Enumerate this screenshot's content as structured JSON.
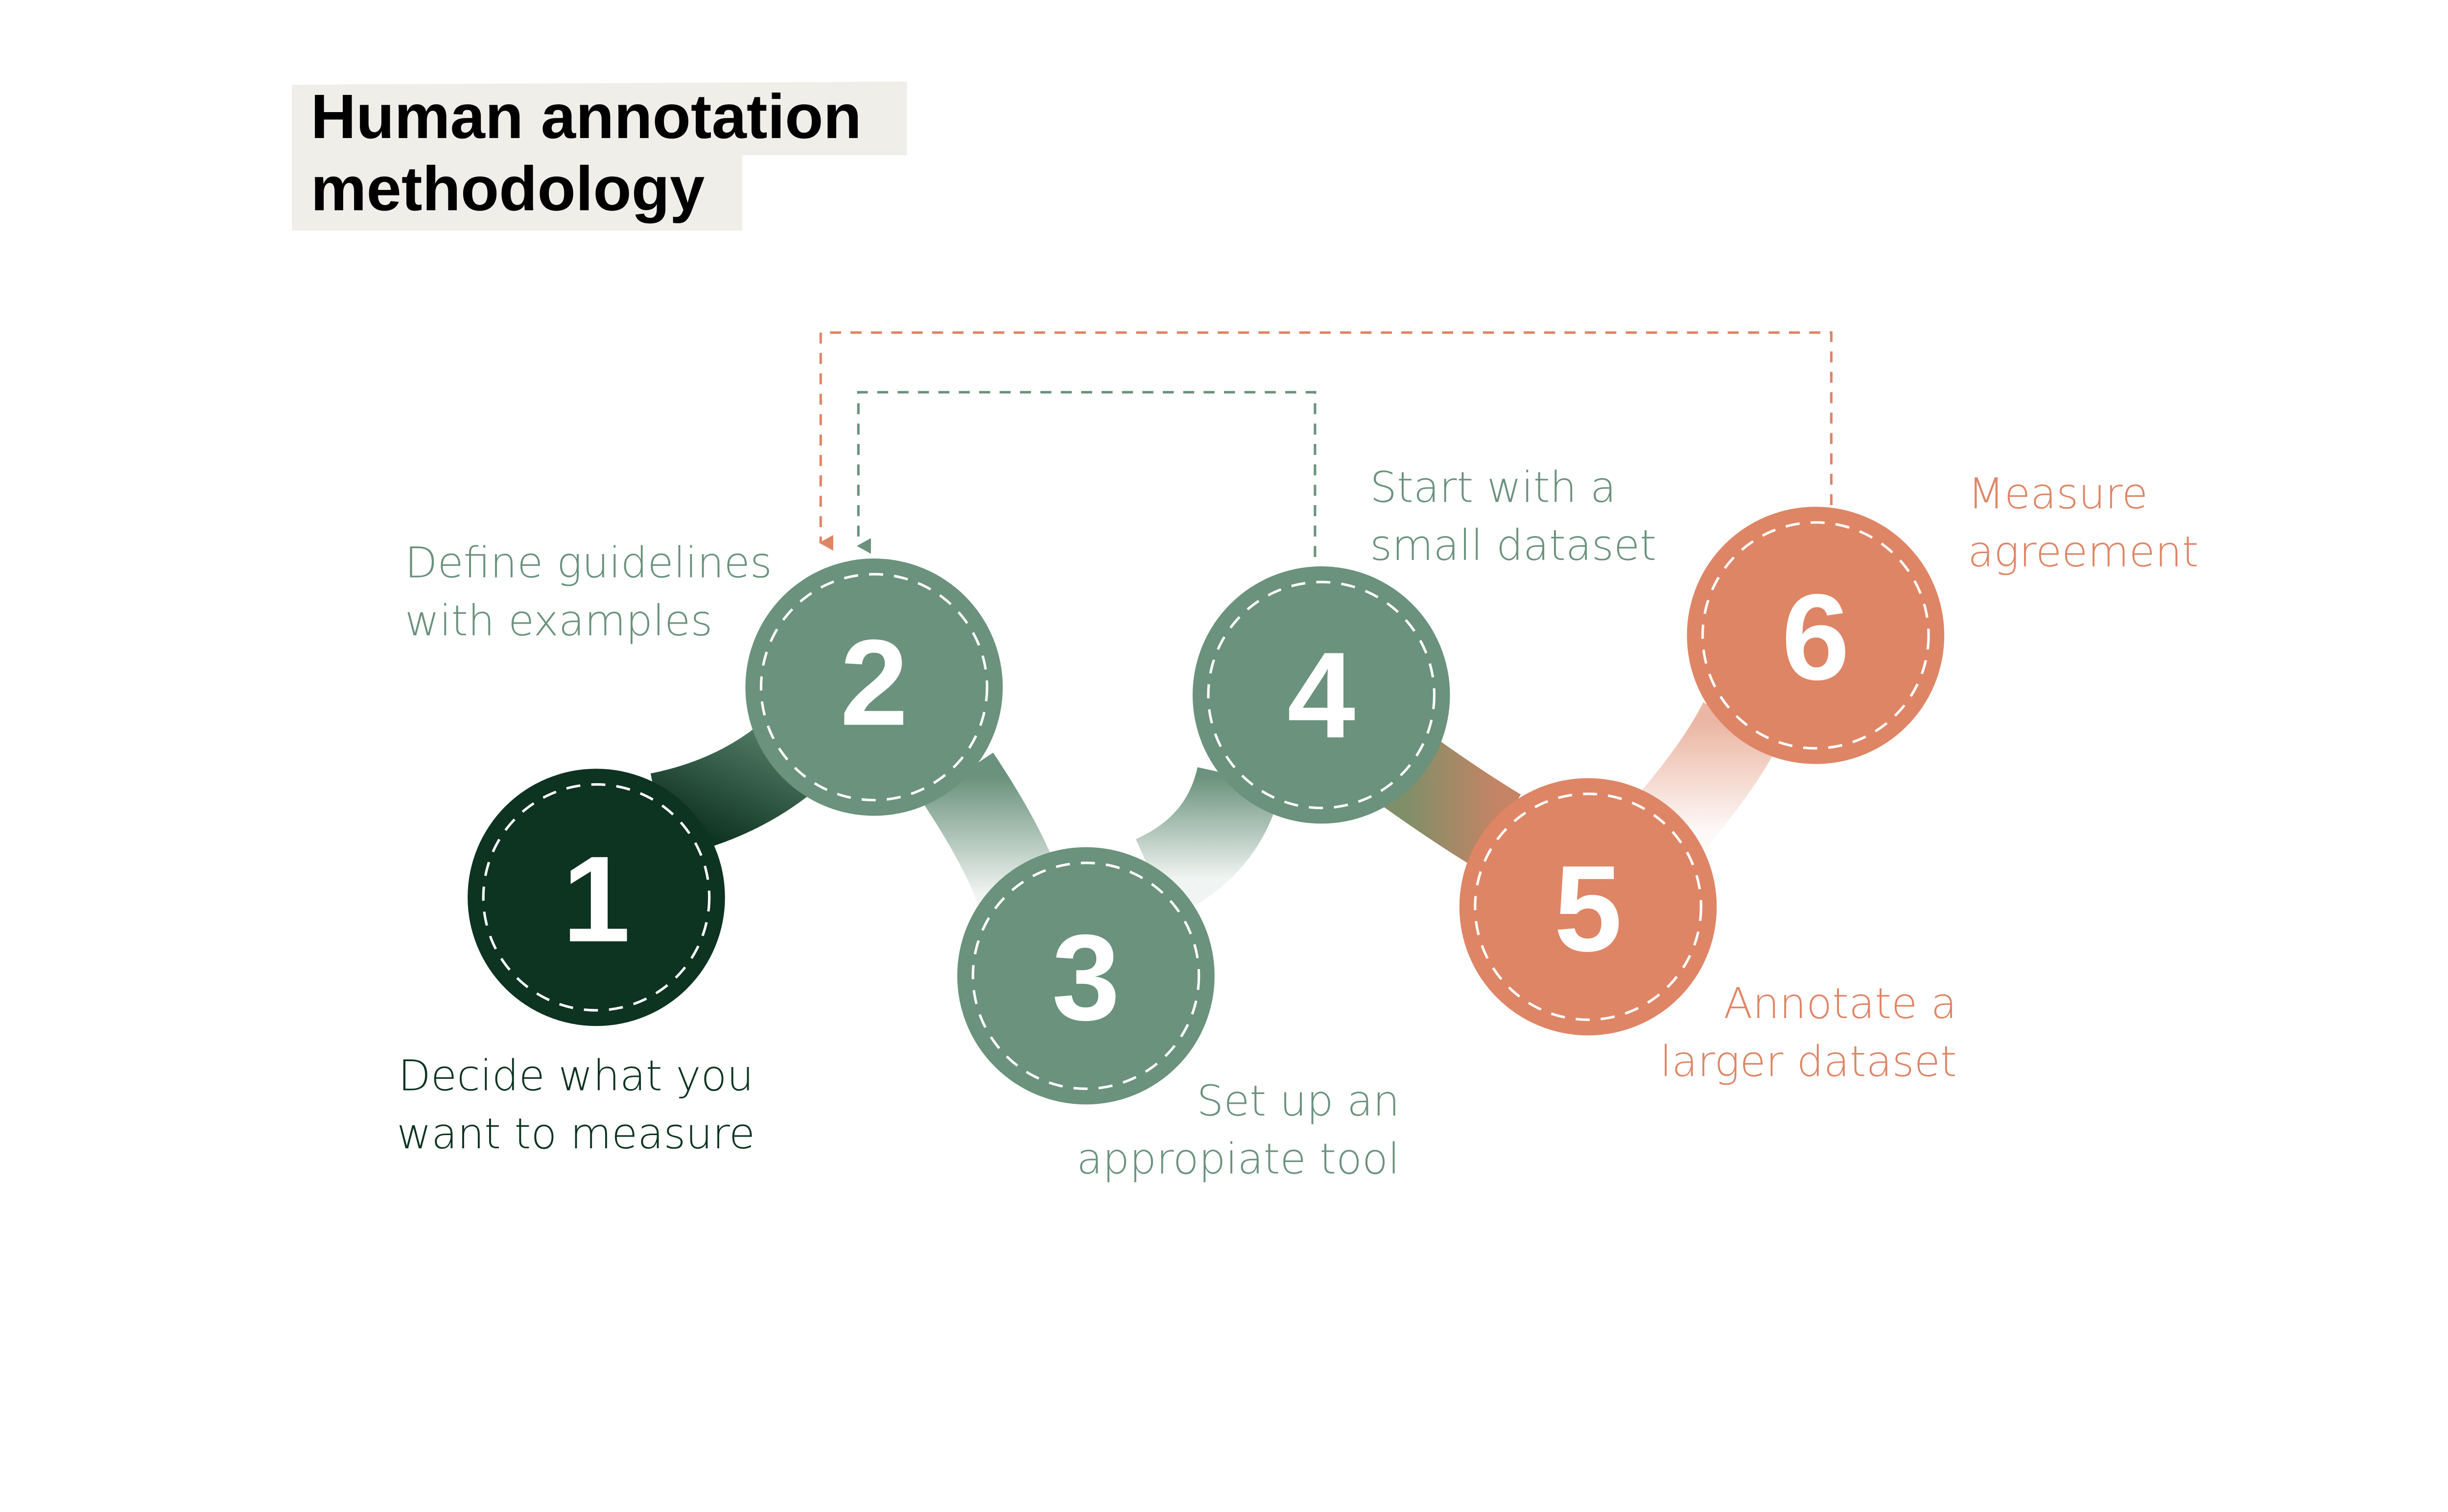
{
  "title": {
    "line1": "Human annotation",
    "line2": "methodology"
  },
  "colors": {
    "dark": "#0d3321",
    "green": "#6a927c",
    "orange": "#de8566",
    "title_bg": "#f0eee8"
  },
  "steps": [
    {
      "number": "1",
      "line1": "Decide what you",
      "line2": "want to measure"
    },
    {
      "number": "2",
      "line1": "Define guidelines",
      "line2": "with examples"
    },
    {
      "number": "3",
      "line1": "Set up an",
      "line2": "appropiate tool"
    },
    {
      "number": "4",
      "line1": "Start with a",
      "line2": "small dataset"
    },
    {
      "number": "5",
      "line1": "Annotate a",
      "line2": "larger dataset"
    },
    {
      "number": "6",
      "line1": "Measure",
      "line2": "agreement"
    }
  ],
  "feedback_loops": [
    {
      "from": "4",
      "to": "2",
      "color": "green"
    },
    {
      "from": "6",
      "to": "2",
      "color": "orange"
    }
  ]
}
